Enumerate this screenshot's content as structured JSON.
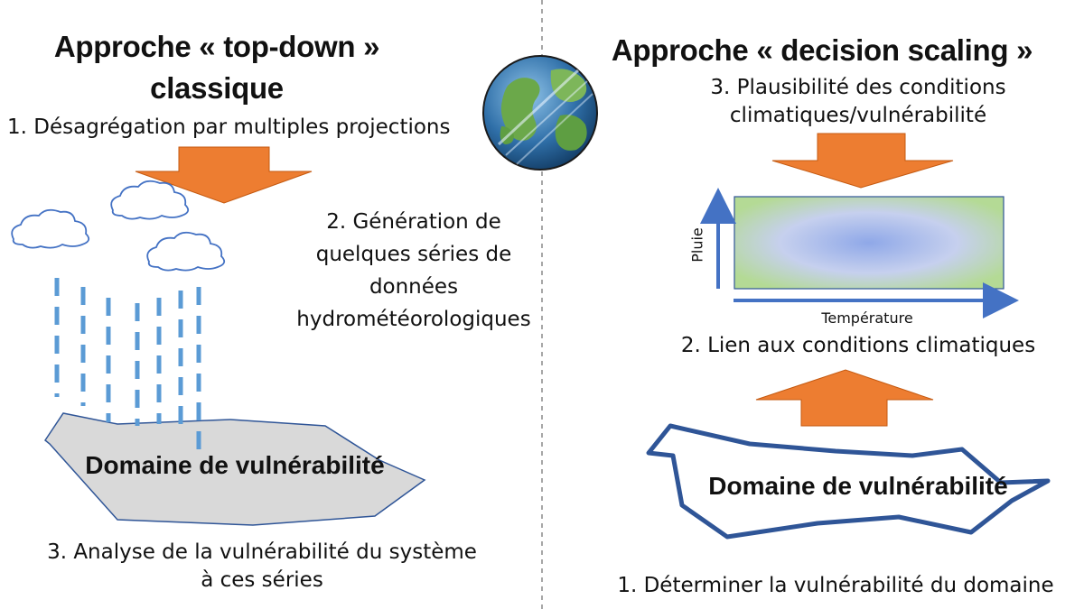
{
  "left": {
    "title_line1": "Approche « top-down »",
    "title_line2": "classique",
    "step1": "1.  Désagrégation par multiples projections",
    "step2_lines": [
      "2. Génération de",
      "quelques séries de",
      "données",
      "hydrométéorologiques"
    ],
    "domain_label": "Domaine de vulnérabilité",
    "step3_lines": [
      "3. Analyse de la vulnérabilité du système",
      "à ces séries"
    ]
  },
  "right": {
    "title": "Approche « decision scaling »",
    "step3_lines": [
      "3. Plausibilité des conditions",
      "climatiques/vulnérabilité"
    ],
    "y_axis_label": "Pluie",
    "x_axis_label": "Température",
    "step2": "2. Lien aux conditions climatiques",
    "domain_label": "Domaine de vulnérabilité",
    "step1": "1. Déterminer la vulnérabilité du domaine"
  },
  "icons": [
    "globe-icon",
    "cloud-icon",
    "rain-icon",
    "arrow-down-icon",
    "arrow-up-icon"
  ],
  "colors": {
    "arrow_orange": "#ED7D31",
    "rain_blue": "#5B9BD5",
    "axis_blue": "#4472C4",
    "domain_outline": "#2F5597",
    "domain_fill_left": "#D9D9D9",
    "heatmap_center": "#8FA8E8",
    "heatmap_edge": "#B4DA95"
  }
}
